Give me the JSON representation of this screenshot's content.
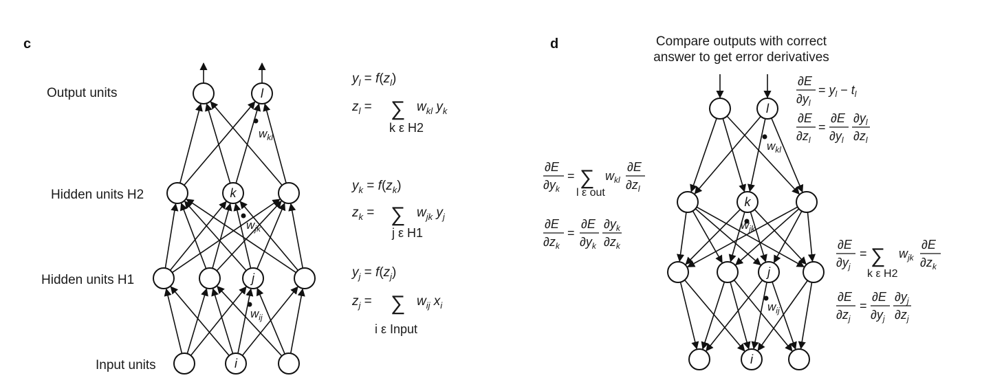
{
  "panels": {
    "c": {
      "letter": "c",
      "labels": {
        "output": "Output units",
        "h2": "Hidden units H2",
        "h1": "Hidden units H1",
        "input": "Input units"
      },
      "node_labels": {
        "l": "l",
        "k": "k",
        "j": "j",
        "i": "i"
      },
      "weights": {
        "wkl": "w",
        "wkl_sub": "kl",
        "wjk": "w",
        "wjk_sub": "jk",
        "wij": "w",
        "wij_sub": "ij"
      },
      "equations": {
        "yl": "y = f(z )",
        "zl_lhs": "z =",
        "zl_sum": "w y",
        "zl_range": "k ε H2",
        "yk": "y = f(z )",
        "zk_lhs": "z =",
        "zk_sum": "w y",
        "zk_range": "j ε H1",
        "yj": "y = f(z )",
        "zj_lhs": "z =",
        "zj_sum": "w x",
        "zj_range": "i ε Input"
      }
    },
    "d": {
      "letter": "d",
      "title_line1": "Compare outputs with correct",
      "title_line2": "answer to get error derivatives",
      "node_labels": {
        "l": "l",
        "k": "k",
        "j": "j",
        "i": "i"
      },
      "sum_range_out": "l ε out",
      "sum_range_h2": "k ε H2",
      "rhs_yl": "= y − t"
    }
  },
  "colors": {
    "ink": "#111111",
    "background": "#ffffff"
  }
}
